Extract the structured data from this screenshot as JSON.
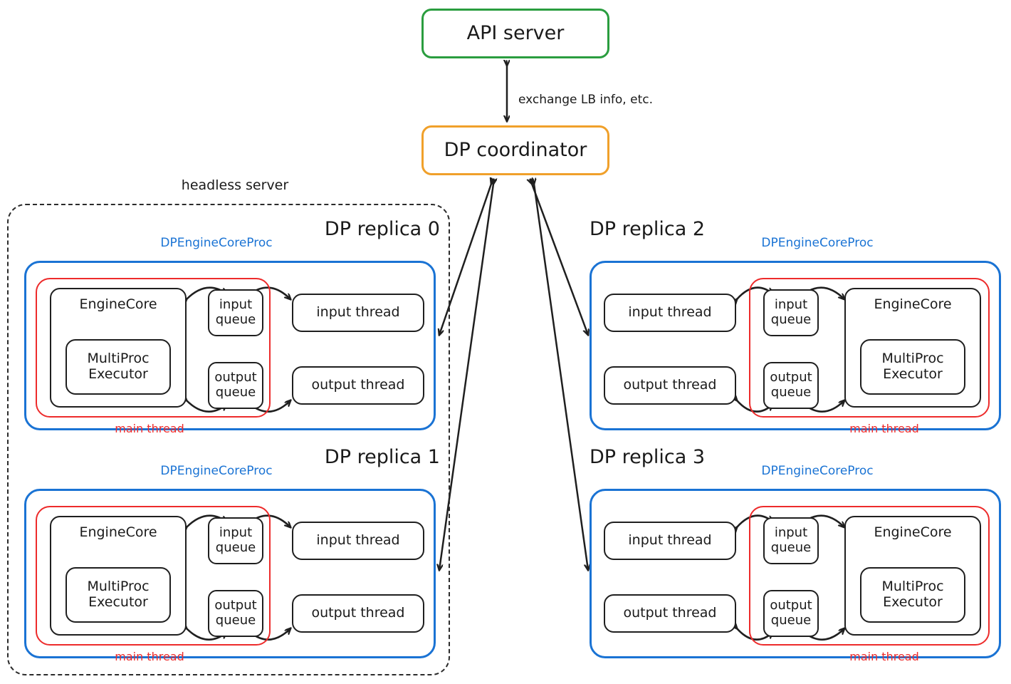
{
  "diagram": {
    "title_nodes": {
      "api_server": "API server",
      "dp_coordinator": "DP coordinator"
    },
    "edge_labels": {
      "coordinator_api": "exchange LB info, etc."
    },
    "group_labels": {
      "headless_server": "headless server"
    },
    "colors": {
      "api_server_border": "#2a9d3f",
      "coordinator_border": "#f0a02a",
      "process_border": "#1a73d4",
      "main_thread_border": "#ed2b2b",
      "node_border": "#1f1f1f",
      "headless_border": "#2b2b2b",
      "arrow": "#1f1f1f",
      "background": "#ffffff"
    },
    "node_labels": {
      "engine_core": "EngineCore",
      "multiproc_executor": "MultiProc\nExecutor",
      "input_queue": "input\nqueue",
      "output_queue": "output\nqueue",
      "input_thread": "input thread",
      "output_thread": "output thread",
      "proc_label": "DPEngineCoreProc",
      "main_thread_label": "main thread"
    },
    "replicas": [
      {
        "id": 0,
        "title": "DP replica 0",
        "orientation": "core-left",
        "in_headless": true
      },
      {
        "id": 1,
        "title": "DP replica 1",
        "orientation": "core-left",
        "in_headless": true
      },
      {
        "id": 2,
        "title": "DP replica 2",
        "orientation": "core-right",
        "in_headless": false
      },
      {
        "id": 3,
        "title": "DP replica 3",
        "orientation": "core-right",
        "in_headless": false
      }
    ]
  }
}
